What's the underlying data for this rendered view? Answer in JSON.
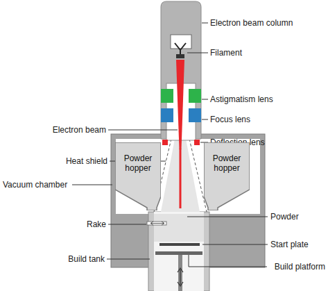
{
  "diagram": {
    "nodes": [
      {
        "text": [
          "Powder hopper"
        ]
      },
      {
        "text": [
          "Powder hopper"
        ]
      }
    ],
    "labels": [
      "Electron beam column",
      "Filament",
      "Astigmatism lens",
      "Focus lens",
      "Electron beam",
      "Deflection lens",
      "Heat shield",
      "Vacuum chamber",
      "Rake",
      "Powder",
      "Start plate",
      "Build tank",
      "Build platform"
    ]
  }
}
